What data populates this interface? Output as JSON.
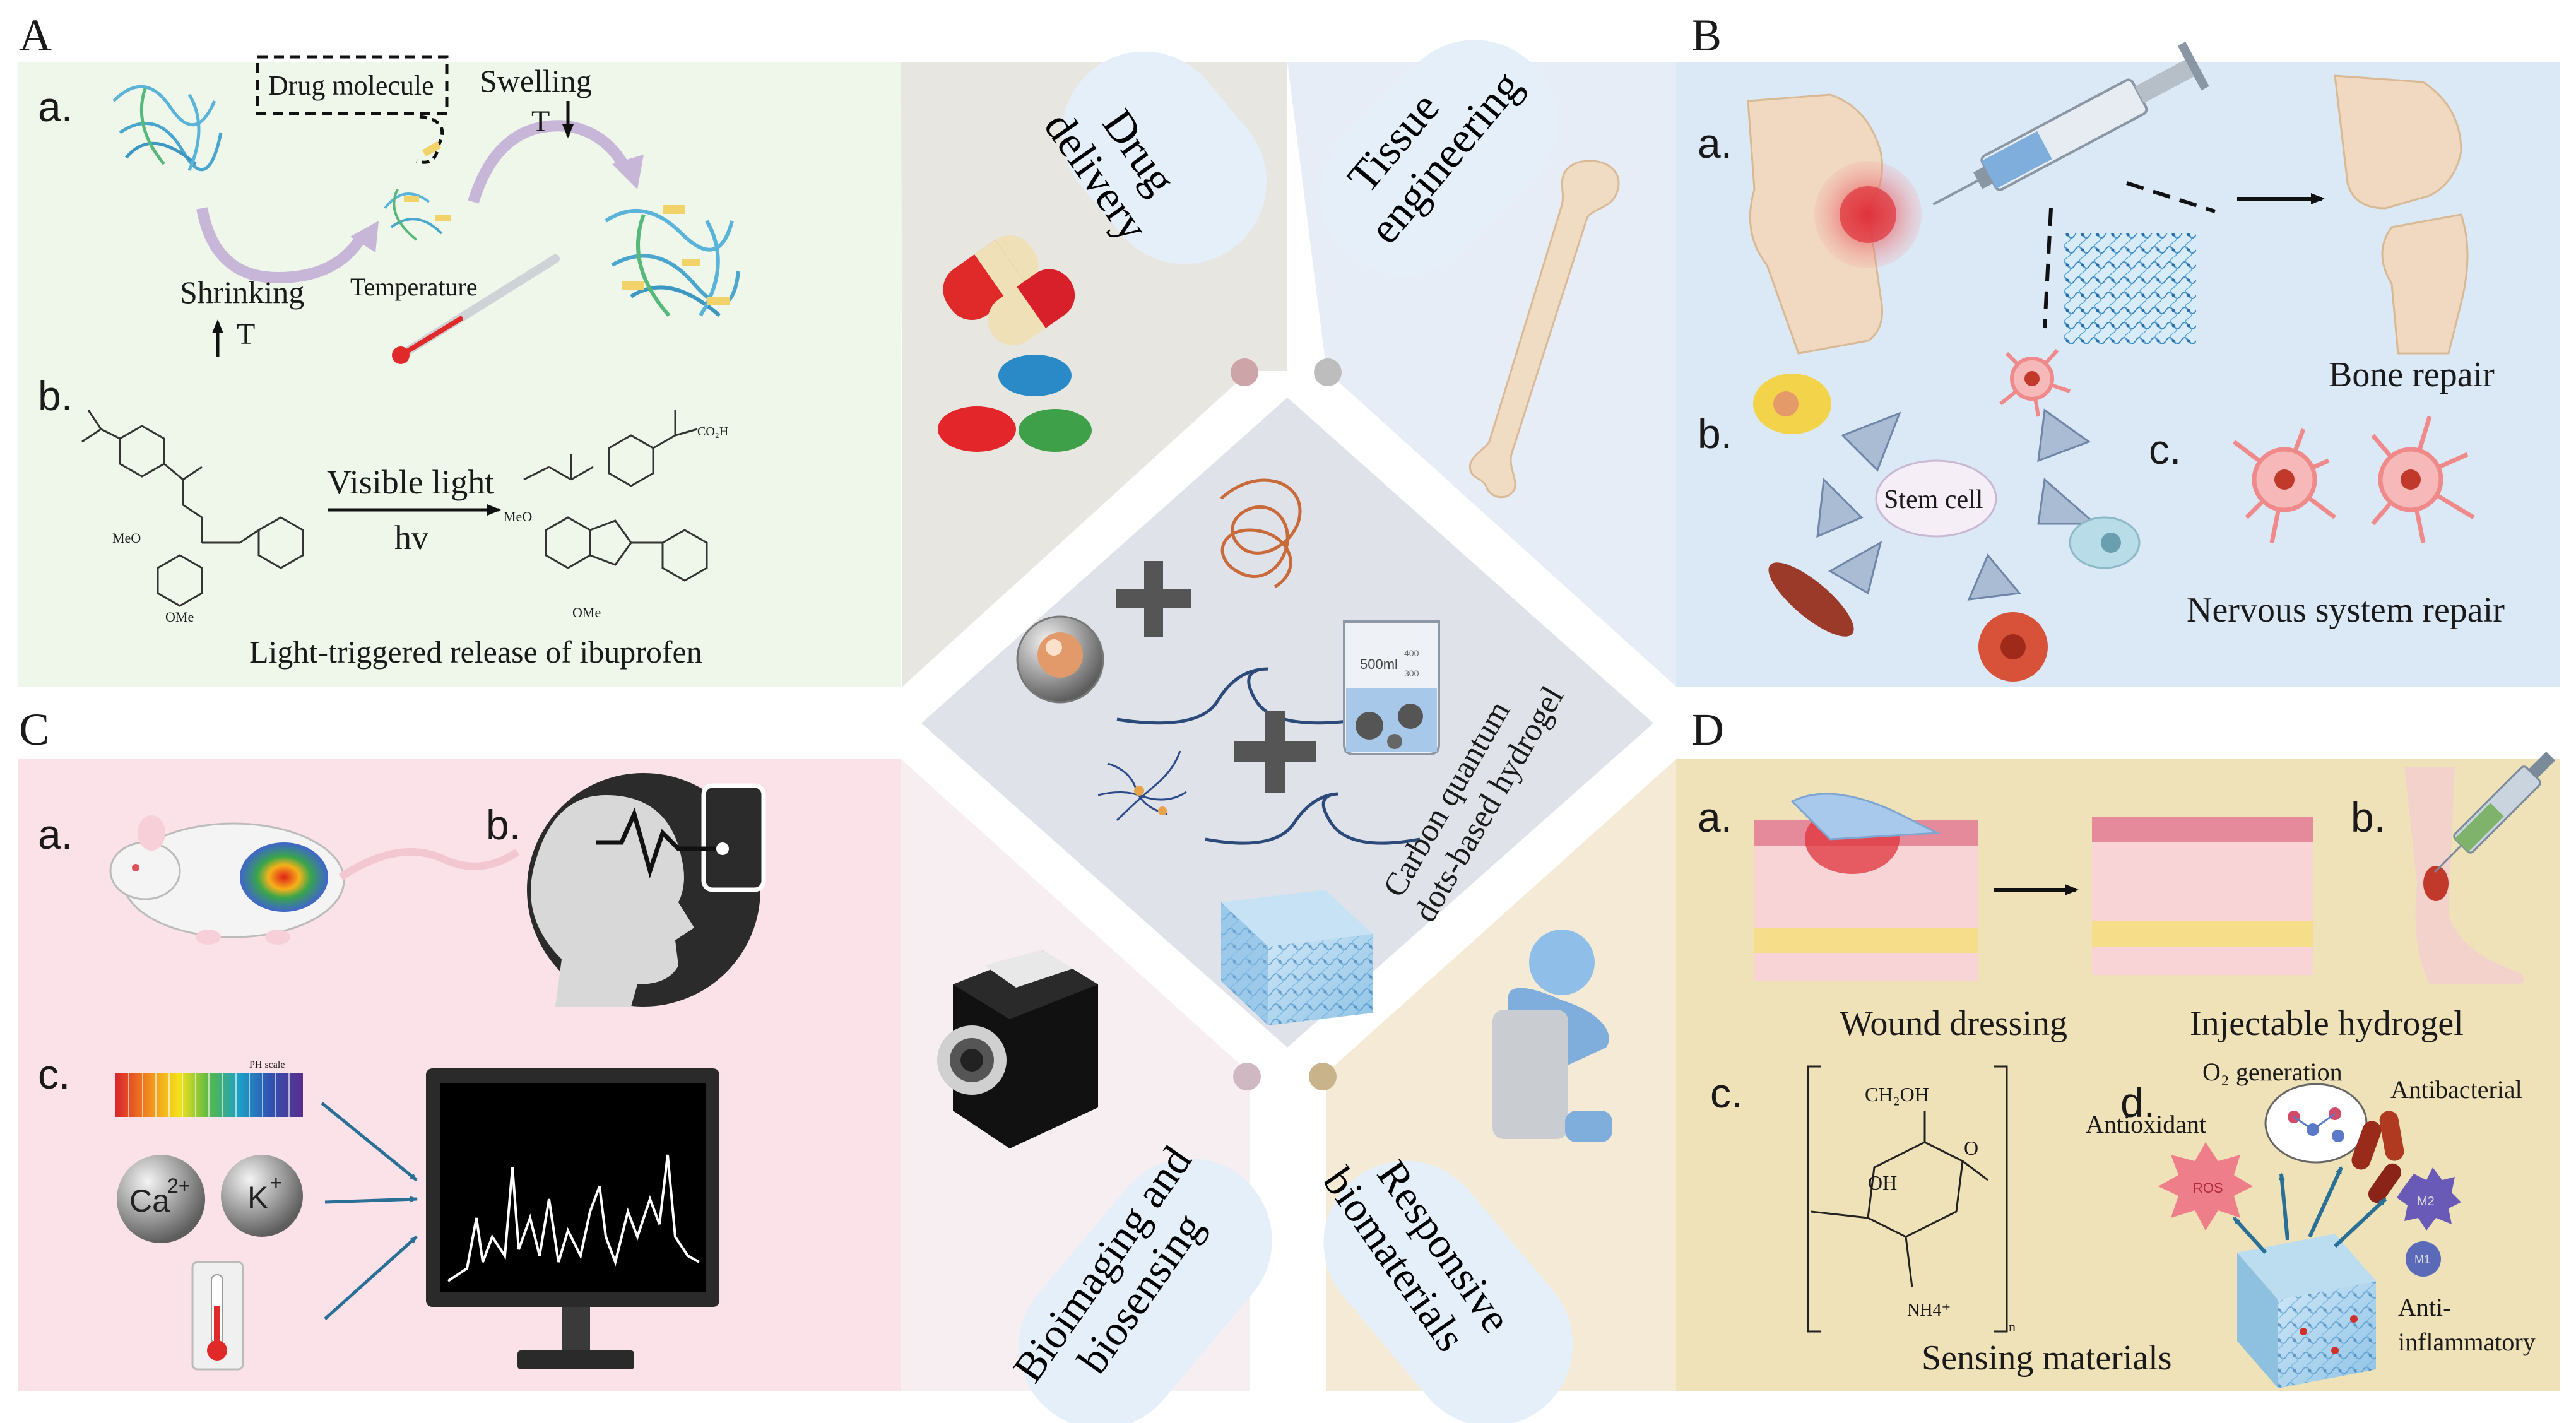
{
  "colors": {
    "panel_a_bg": "#eef7ea",
    "panel_b_bg": "#dbe8f6",
    "panel_c_bg": "#fbe1e8",
    "panel_d_bg": "#efe2b8",
    "center_bg": "#dfe2e8",
    "drug_wedge": "#e8e6e1",
    "tissue_wedge": "#e6edf6",
    "bioimaging_wedge": "#f7eef1",
    "responsive_wedge": "#f5ead6",
    "label_pill": "#e4effa"
  },
  "panel_labels": {
    "a": "A",
    "b": "B",
    "c": "C",
    "d": "D"
  },
  "panel_a": {
    "sub_a": "a.",
    "sub_b": "b.",
    "drug_molecule": "Drug molecule",
    "swelling": "Swelling",
    "swelling_t": "T",
    "shrinking": "Shrinking",
    "shrinking_t": "T",
    "temperature": "Temperature",
    "visible_light": "Visible light",
    "hv": "hv",
    "meo_1": "MeO",
    "ome_1": "OMe",
    "meo_2": "MeO",
    "ome_2": "OMe",
    "co2h": "CO₂H",
    "caption": "Light-triggered release of ibuprofen"
  },
  "panel_b": {
    "sub_a": "a.",
    "sub_b": "b.",
    "sub_c": "c.",
    "bone_repair": "Bone repair",
    "stem_cell": "Stem cell",
    "nervous_repair": "Nervous system repair"
  },
  "panel_c": {
    "sub_a": "a.",
    "sub_b": "b.",
    "sub_c": "c.",
    "ph_scale": "PH scale",
    "ca": "Ca",
    "ca_sup": "2+",
    "k": "K",
    "k_sup": "+"
  },
  "panel_d": {
    "sub_a": "a.",
    "sub_b": "b.",
    "sub_c": "c.",
    "sub_d": "d.",
    "wound_dressing": "Wound dressing",
    "injectable_hydrogel": "Injectable hydrogel",
    "ch2oh": "CH₂OH",
    "oh": "OH",
    "o": "O",
    "nh4": "NH4⁺",
    "n": "n",
    "sensing_materials": "Sensing materials",
    "o2_generation": "O₂ generation",
    "antioxidant": "Antioxidant",
    "antibacterial": "Antibacterial",
    "ros": "ROS",
    "m2": "M2",
    "m1": "M1",
    "anti_inflammatory_1": "Anti-",
    "anti_inflammatory_2": "inflammatory"
  },
  "center": {
    "label_drug_1": "Drug",
    "label_drug_2": "delivery",
    "label_tissue_1": "Tissue",
    "label_tissue_2": "engineering",
    "label_bio_1": "Bioimaging and",
    "label_bio_2": "biosensing",
    "label_resp_1": "Responsive",
    "label_resp_2": "biomaterials",
    "hydrogel_1": "Carbon quantum",
    "hydrogel_2": "dots-based hydrogel",
    "beaker_label": "500ml",
    "beaker_mark_1": "400",
    "beaker_mark_2": "300"
  }
}
